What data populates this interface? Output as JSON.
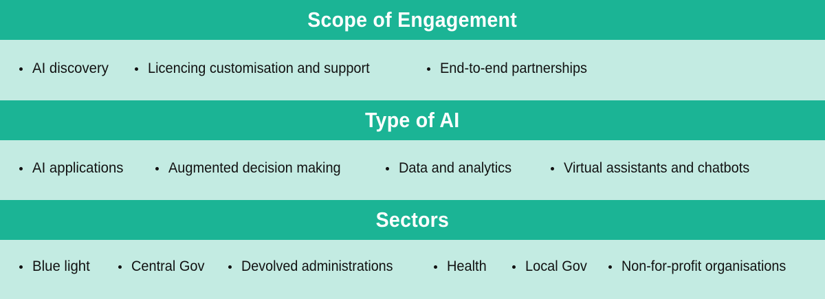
{
  "colors": {
    "header_bg": "#1bb495",
    "body_bg": "#c3ebe2",
    "header_text": "#ffffff",
    "body_text": "#111111"
  },
  "sections": [
    {
      "title": "Scope of Engagement",
      "items": [
        "AI discovery",
        "Licencing customisation and support",
        "End-to-end partnerships"
      ]
    },
    {
      "title": "Type of AI",
      "items": [
        "AI applications",
        "Augmented decision making",
        "Data and analytics",
        "Virtual assistants and chatbots"
      ]
    },
    {
      "title": "Sectors",
      "items": [
        "Blue light",
        "Central Gov",
        "Devolved administrations",
        "Health",
        "Local Gov",
        "Non-for-profit organisations"
      ]
    }
  ]
}
